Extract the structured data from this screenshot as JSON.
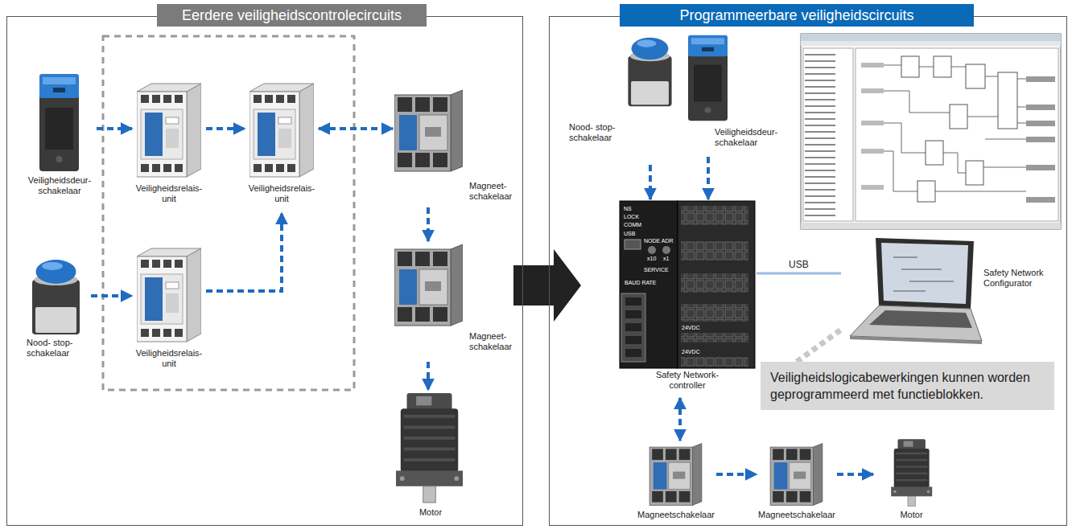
{
  "diagram": {
    "nodes": [
      {
        "text": [
          "Eerdere veiligheidscontrolecircuits"
        ]
      },
      {
        "text": [
          "Veiligheidsdeur- schakelaar"
        ],
        "in": 0
      },
      {
        "text": [
          "Veiligheidsrelais- unit"
        ],
        "in": 0
      },
      {
        "text": [
          "Veiligheidsrelais- unit"
        ],
        "in": 0
      },
      {
        "text": [
          "Magneet- schakelaar"
        ],
        "in": 0
      },
      {
        "text": [
          "Nood- stop- schakelaar"
        ],
        "in": 0
      },
      {
        "text": [
          "Veiligheidsrelais- unit"
        ],
        "in": 0
      },
      {
        "text": [
          "Magneet- schakelaar"
        ],
        "in": 0
      },
      {
        "text": [
          "Motor"
        ],
        "in": 0
      },
      {
        "text": [
          "Programmeerbare veiligheidscircuits"
        ]
      },
      {
        "text": [
          "Nood- stop- schakelaar"
        ],
        "in": 9
      },
      {
        "text": [
          "Veiligheidsdeur- schakelaar"
        ],
        "in": 9
      },
      {
        "text": [
          "Safety Network- controller"
        ],
        "in": 9
      },
      {
        "text": [
          "Safety Network Configurator"
        ],
        "in": 9
      },
      {
        "text": [
          "Veiligheidslogicabewerkingen kunnen worden geprogrammeerd met functieblokken."
        ],
        "in": 9
      },
      {
        "text": [
          "Magneetschakelaar"
        ],
        "in": 9
      },
      {
        "text": [
          "Magneetschakelaar"
        ],
        "in": 9
      },
      {
        "text": [
          "Motor"
        ],
        "in": 9
      }
    ],
    "edges": [
      {
        "from": 0,
        "to": 9,
        "arrow": "to"
      },
      {
        "from": 1,
        "to": 2,
        "arrow": "to"
      },
      {
        "from": 2,
        "to": 3,
        "arrow": "to"
      },
      {
        "from": 3,
        "to": 4,
        "arrow": "both"
      },
      {
        "from": 4,
        "to": 7,
        "arrow": "to"
      },
      {
        "from": 7,
        "to": 8,
        "arrow": "to"
      },
      {
        "from": 5,
        "to": 6,
        "arrow": "to"
      },
      {
        "from": 6,
        "to": 3,
        "arrow": "to"
      },
      {
        "from": 10,
        "to": 12,
        "arrow": "to"
      },
      {
        "from": 11,
        "to": 12,
        "arrow": "to"
      },
      {
        "from": 12,
        "to": 13,
        "label": "USB",
        "arrow": "none"
      },
      {
        "from": 14,
        "to": 13,
        "arrow": "none"
      },
      {
        "from": 12,
        "to": 15,
        "arrow": "both"
      },
      {
        "from": 15,
        "to": 16,
        "arrow": "to"
      },
      {
        "from": 16,
        "to": 17,
        "arrow": "to"
      }
    ],
    "labels": [
      "NS",
      "LOCK",
      "COMM",
      "USB",
      "NODE ADR",
      "x10",
      "x1",
      "SERVICE",
      "BAUD RATE",
      "24VDC",
      "24VDC"
    ]
  }
}
